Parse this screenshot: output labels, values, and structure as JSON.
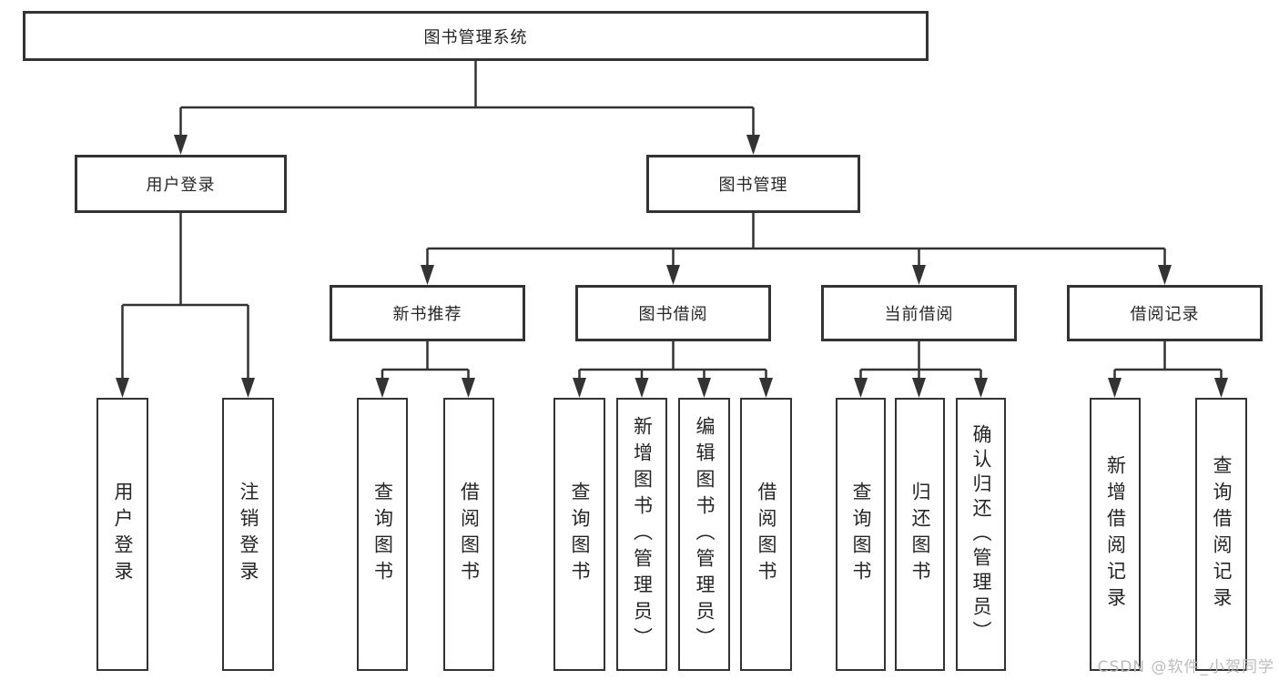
{
  "diagram": {
    "type": "hierarchy-tree",
    "watermark": "CSDN @软件_小贺同学",
    "colors": {
      "line": "#333333",
      "box_border": "#333333",
      "box_background": "#ffffff",
      "text": "#262626",
      "watermark": "#bcbcbc"
    }
  },
  "nodes": {
    "root": {
      "label": "图书管理系统"
    },
    "user_login": {
      "label": "用户登录"
    },
    "book_mgmt": {
      "label": "图书管理"
    },
    "new_book_rec": {
      "label": "新书推荐"
    },
    "book_borrow": {
      "label": "图书借阅"
    },
    "current_borrow": {
      "label": "当前借阅"
    },
    "borrow_records": {
      "label": "借阅记录"
    },
    "leaf_user_login": {
      "label": "用户登录"
    },
    "leaf_logout": {
      "label": "注销登录"
    },
    "leaf_rec_query_book": {
      "label": "查询图书"
    },
    "leaf_rec_borrow_book": {
      "label": "借阅图书"
    },
    "leaf_bor_query_book": {
      "label": "查询图书"
    },
    "leaf_bor_add_book": {
      "label": "新增图书（管理员）"
    },
    "leaf_bor_edit_book": {
      "label": "编辑图书（管理员）"
    },
    "leaf_bor_borrow_book": {
      "label": "借阅图书"
    },
    "leaf_cur_query_book": {
      "label": "查询图书"
    },
    "leaf_cur_return_book": {
      "label": "归还图书"
    },
    "leaf_cur_confirm_return": {
      "label": "确认归还（管理员）"
    },
    "leaf_hist_add_record": {
      "label": "新增借阅记录"
    },
    "leaf_hist_query_record": {
      "label": "查询借阅记录"
    }
  }
}
